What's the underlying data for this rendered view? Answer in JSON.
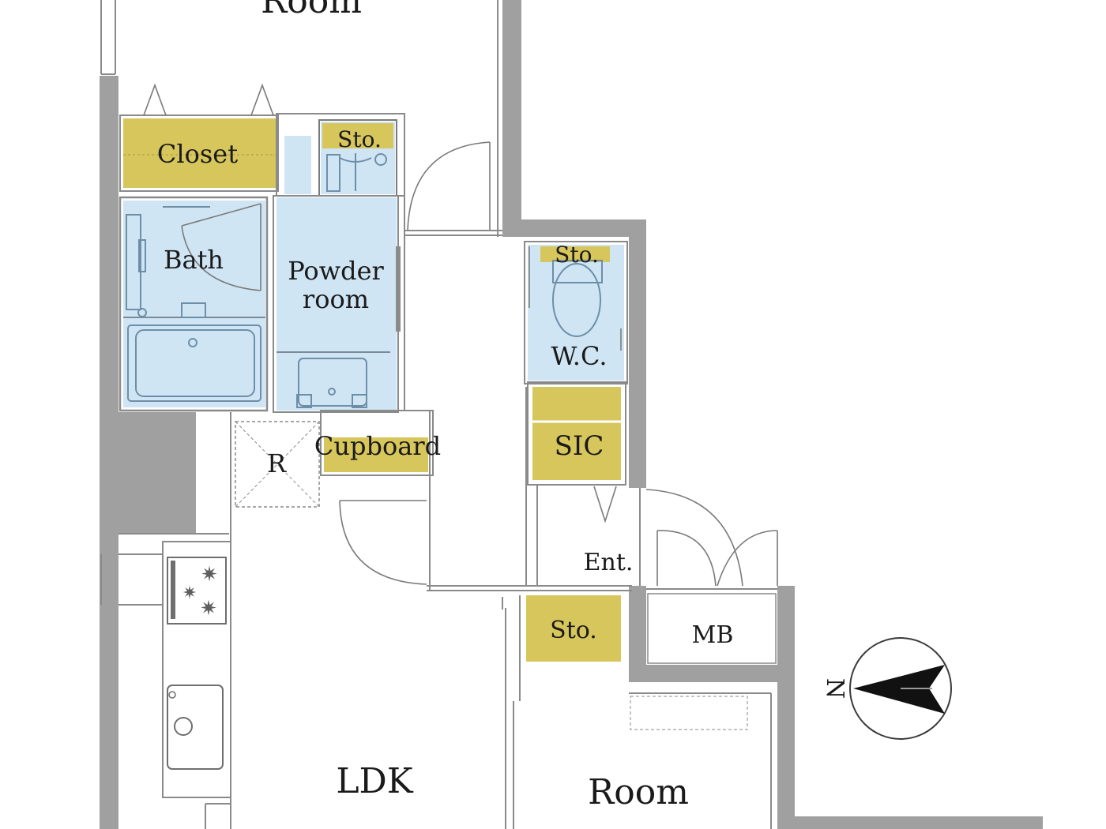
{
  "rooms": {
    "room_top": "Room",
    "closet": "Closet",
    "sto_1": "Sto.",
    "bath": "Bath",
    "powder_line1": "Powder",
    "powder_line2": "room",
    "sto_2": "Sto.",
    "wc": "W.C.",
    "sic": "SIC",
    "cupboard": "Cupboard",
    "refrigerator": "R",
    "entrance": "Ent.",
    "mb": "MB",
    "sto_3": "Sto.",
    "ldk": "LDK",
    "room_bottom": "Room"
  },
  "compass": {
    "north_label": "N"
  },
  "colors": {
    "wall": "#a0a0a0",
    "wet_area": "#cfe5f4",
    "storage": "#d7c65c",
    "background": "#ffffff"
  }
}
